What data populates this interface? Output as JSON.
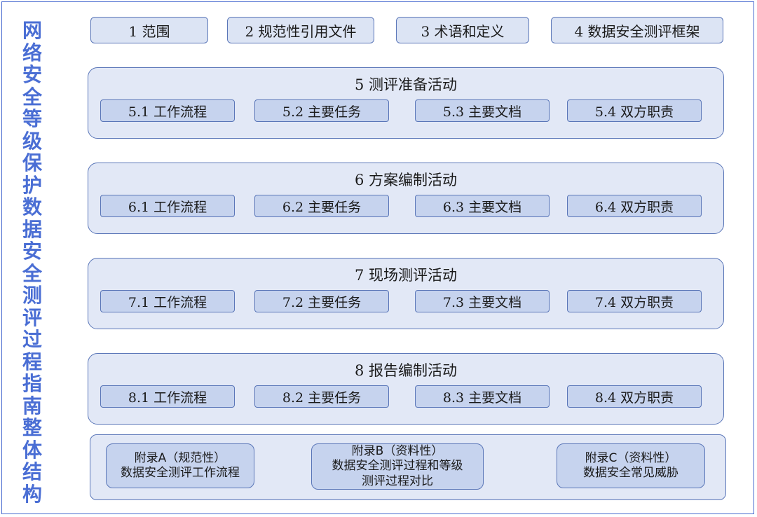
{
  "title_chars": [
    "网",
    "络",
    "安",
    "全",
    "等",
    "级",
    "保",
    "护",
    "数",
    "据",
    "安",
    "全",
    "测",
    "评",
    "过",
    "程",
    "指",
    "南",
    "整",
    "体",
    "结",
    "构"
  ],
  "top_sections": [
    "1 范围",
    "2 规范性引用文件",
    "3 术语和定义",
    "4 数据安全测评框架"
  ],
  "activities": [
    {
      "title": "5 测评准备活动",
      "items": [
        "5.1 工作流程",
        "5.2 主要任务",
        "5.3 主要文档",
        "5.4 双方职责"
      ]
    },
    {
      "title": "6 方案编制活动",
      "items": [
        "6.1 工作流程",
        "6.2 主要任务",
        "6.3 主要文档",
        "6.4 双方职责"
      ]
    },
    {
      "title": "7 现场测评活动",
      "items": [
        "7.1 工作流程",
        "7.2 主要任务",
        "7.3 主要文档",
        "7.4 双方职责"
      ]
    },
    {
      "title": "8 报告编制活动",
      "items": [
        "8.1 工作流程",
        "8.2 主要任务",
        "8.3 主要文档",
        "8.4 双方职责"
      ]
    }
  ],
  "annexes": [
    {
      "lines": [
        "附录A（规范性）",
        "数据安全测评工作流程"
      ]
    },
    {
      "lines": [
        "附录B（资料性）",
        "数据安全测评过程和等级",
        "测评过程对比"
      ]
    },
    {
      "lines": [
        "附录C（资料性）",
        "数据安全常见威胁"
      ]
    }
  ],
  "colors": {
    "title": "#4a6ed4",
    "border": "#5a76b8",
    "panel": "#e2e8f6",
    "sub": "#c6d3ee"
  }
}
